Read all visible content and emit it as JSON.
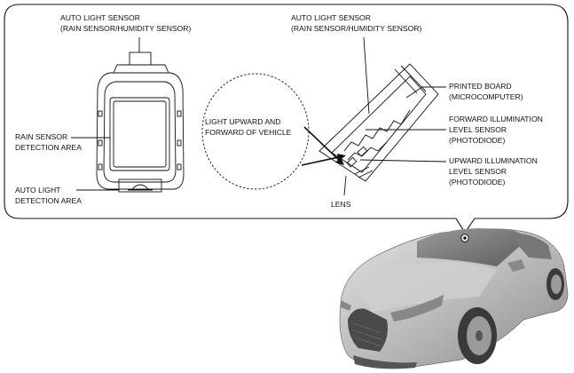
{
  "diagram": {
    "left_sensor_title": [
      "AUTO LIGHT SENSOR",
      "(RAIN SENSOR/HUMIDITY SENSOR)"
    ],
    "right_sensor_title": [
      "AUTO LIGHT SENSOR",
      "(RAIN SENSOR/HUMIDITY SENSOR)"
    ],
    "rain_detection": [
      "RAIN SENSOR",
      "DETECTION AREA"
    ],
    "autolight_detection": [
      "AUTO LIGHT",
      "DETECTION AREA"
    ],
    "light_direction": [
      "LIGHT UPWARD AND",
      "FORWARD OF VEHICLE"
    ],
    "printed_board": [
      "PRINTED BOARD",
      "(MICROCOMPUTER)"
    ],
    "forward_sensor": [
      "FORWARD ILLUMINATION",
      "LEVEL SENSOR",
      "(PHOTODIODE)"
    ],
    "upward_sensor": [
      "UPWARD ILLUMINATION",
      "LEVEL SENSOR",
      "(PHOTODIODE)"
    ],
    "lens": "LENS"
  },
  "colors": {
    "line": "#111111",
    "car_body": "#bdbdbd",
    "car_dark": "#555555"
  }
}
